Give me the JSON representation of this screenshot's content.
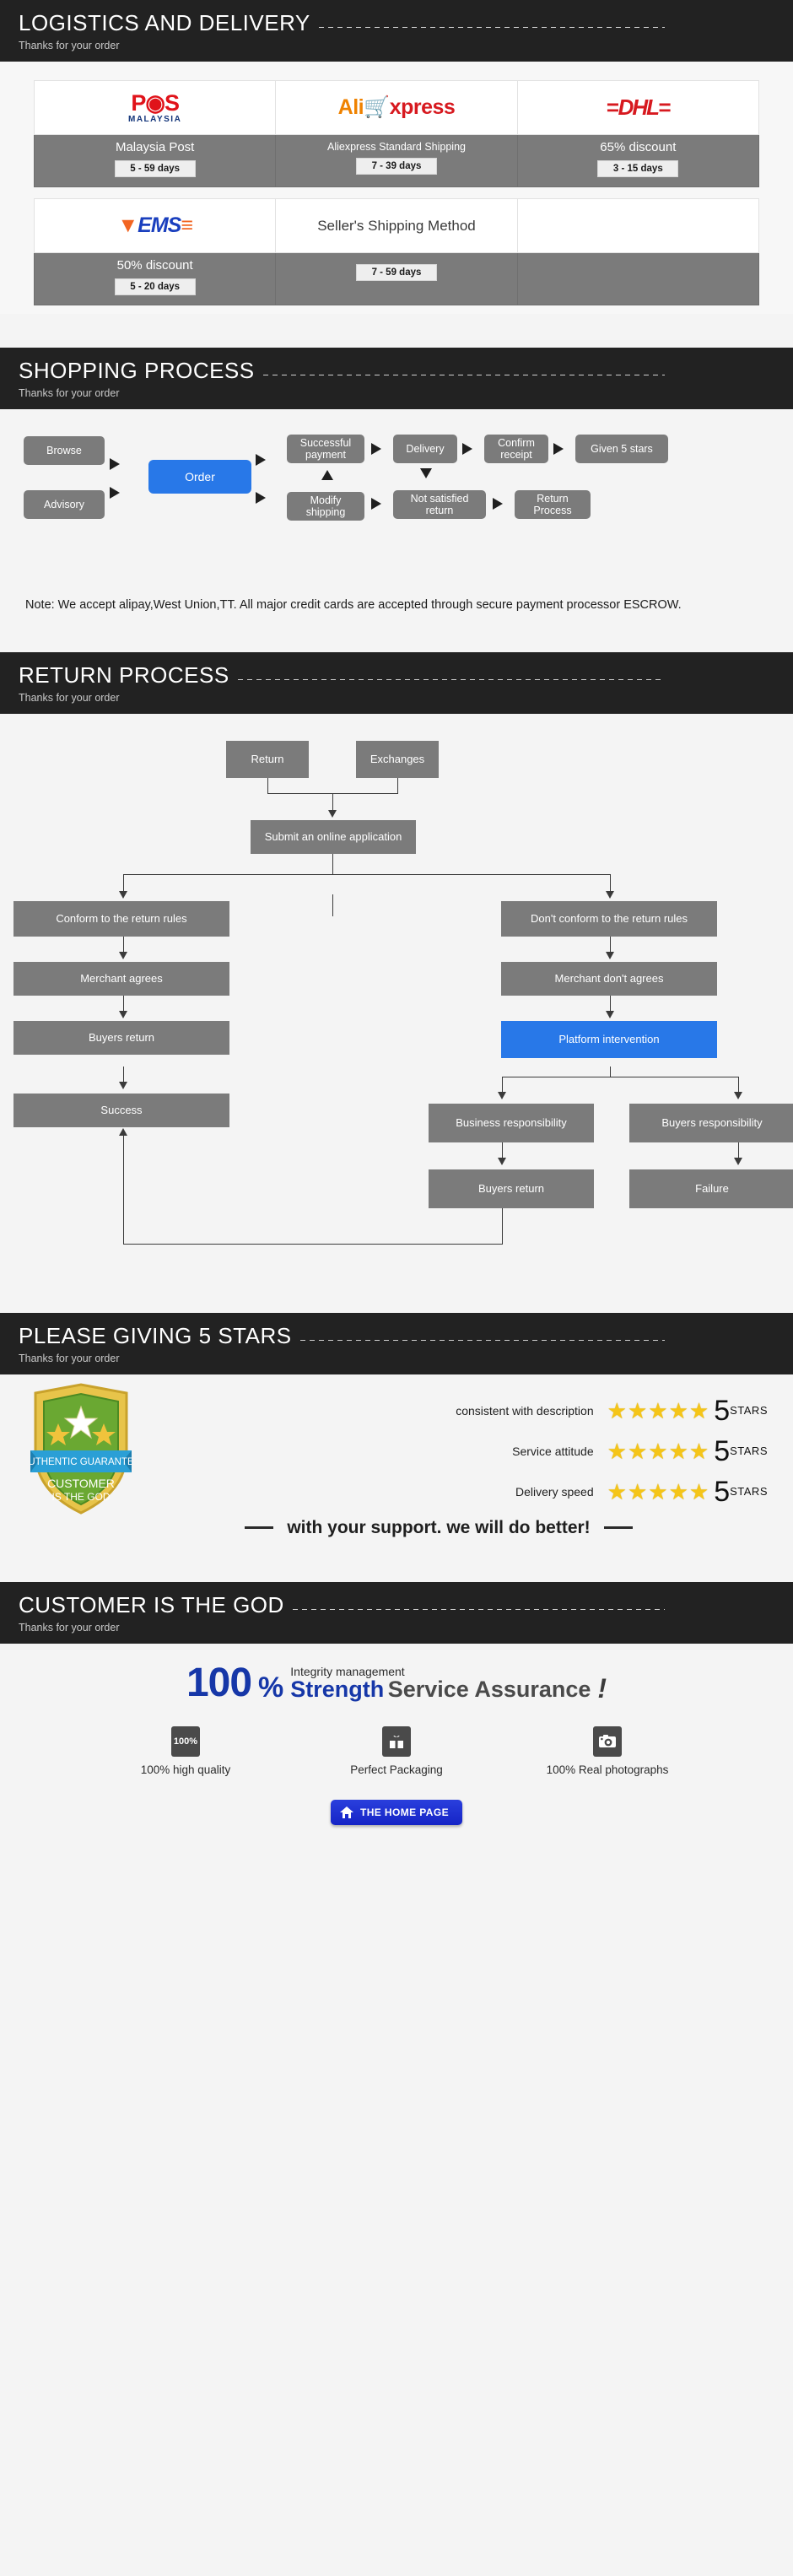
{
  "sections": {
    "logistics": {
      "title": "LOGISTICS AND DELIVERY",
      "subtitle": "Thanks for your order"
    },
    "shopping": {
      "title": "SHOPPING PROCESS",
      "subtitle": "Thanks for your order"
    },
    "return": {
      "title": "RETURN PROCESS",
      "subtitle": "Thanks for your order"
    },
    "stars": {
      "title": "PLEASE GIVING 5 STARS",
      "subtitle": "Thanks for your order"
    },
    "god": {
      "title": "CUSTOMER IS THE GOD",
      "subtitle": "Thanks for your order"
    }
  },
  "shipping_methods": [
    {
      "logo": "pos-malaysia-logo",
      "logo_text": "POS",
      "logo_sub": "MALAYSIA",
      "name": "Malaysia Post",
      "days": "5 - 59 days"
    },
    {
      "logo": "aliexpress-logo",
      "logo_text": "AliExpress",
      "name": "Aliexpress Standard Shipping",
      "days": "7 - 39 days"
    },
    {
      "logo": "dhl-logo",
      "logo_text": "DHL",
      "name": "65% discount",
      "days": "3 - 15 days"
    },
    {
      "logo": "ems-logo",
      "logo_text": "EMS",
      "name": "50% discount",
      "days": "5 - 20 days"
    },
    {
      "logo": "sellers-method-text",
      "logo_text": "Seller's Shipping Method",
      "name": "",
      "days": "7 - 59 days"
    },
    {
      "logo": "empty",
      "logo_text": "",
      "name": "",
      "days": ""
    }
  ],
  "shopping_flow": {
    "nodes": [
      {
        "id": "browse",
        "label": "Browse"
      },
      {
        "id": "advisory",
        "label": "Advisory"
      },
      {
        "id": "order",
        "label": "Order",
        "highlight": true
      },
      {
        "id": "successful-payment",
        "label": "Successful payment"
      },
      {
        "id": "modify-shipping",
        "label": "Modify shipping"
      },
      {
        "id": "delivery",
        "label": "Delivery"
      },
      {
        "id": "confirm-receipt",
        "label": "Confirm receipt"
      },
      {
        "id": "given-5-stars",
        "label": "Given 5 stars"
      },
      {
        "id": "not-satisfied-return",
        "label": "Not satisfied return"
      },
      {
        "id": "return-process",
        "label": "Return Process"
      }
    ],
    "note": "Note: We accept alipay,West Union,TT. All major credit cards are accepted through secure payment processor ESCROW."
  },
  "return_flow": {
    "nodes": [
      {
        "id": "return",
        "label": "Return"
      },
      {
        "id": "exchanges",
        "label": "Exchanges"
      },
      {
        "id": "submit-application",
        "label": "Submit an online application"
      },
      {
        "id": "conform-rules",
        "label": "Conform to the return rules"
      },
      {
        "id": "dont-conform-rules",
        "label": "Don't conform to the return rules"
      },
      {
        "id": "merchant-agrees",
        "label": "Merchant agrees"
      },
      {
        "id": "merchant-dont-agrees",
        "label": "Merchant don't agrees"
      },
      {
        "id": "buyers-return-left",
        "label": "Buyers return"
      },
      {
        "id": "platform-intervention",
        "label": "Platform intervention",
        "highlight": true
      },
      {
        "id": "success",
        "label": "Success"
      },
      {
        "id": "business-responsibility",
        "label": "Business responsibility"
      },
      {
        "id": "buyers-responsibility",
        "label": "Buyers responsibility"
      },
      {
        "id": "buyers-return-right",
        "label": "Buyers return"
      },
      {
        "id": "failure",
        "label": "Failure"
      }
    ]
  },
  "ratings": {
    "badge": {
      "top_ribbon": "AUTHENTIC GUARANTEE",
      "line1": "CUSTOMER",
      "line2": "IS THE GOD"
    },
    "rows": [
      {
        "label": "consistent with description",
        "stars": 5,
        "score": "5",
        "unit": "STARS"
      },
      {
        "label": "Service attitude",
        "stars": 5,
        "score": "5",
        "unit": "STARS"
      },
      {
        "label": "Delivery speed",
        "stars": 5,
        "score": "5",
        "unit": "STARS"
      }
    ],
    "support_text": "with your support. we will do better!"
  },
  "promise": {
    "hundred": "100",
    "percent": "%",
    "integrity_top": "Integrity management",
    "strength": "Strength",
    "service_assurance": "Service Assurance",
    "bang": "!",
    "features": [
      {
        "icon": "percent-100-icon",
        "icon_text": "100%",
        "label": "100% high quality"
      },
      {
        "icon": "gift-box-icon",
        "icon_text": "",
        "label": "Perfect Packaging"
      },
      {
        "icon": "camera-icon",
        "icon_text": "",
        "label": "100% Real photographs"
      }
    ],
    "home_button": "THE HOME PAGE"
  },
  "colors": {
    "header_bg": "#222222",
    "node_gray": "#7b7b7b",
    "node_blue": "#2878e8",
    "brand_blue": "#1637a8",
    "star_yellow": "#f5c518"
  }
}
